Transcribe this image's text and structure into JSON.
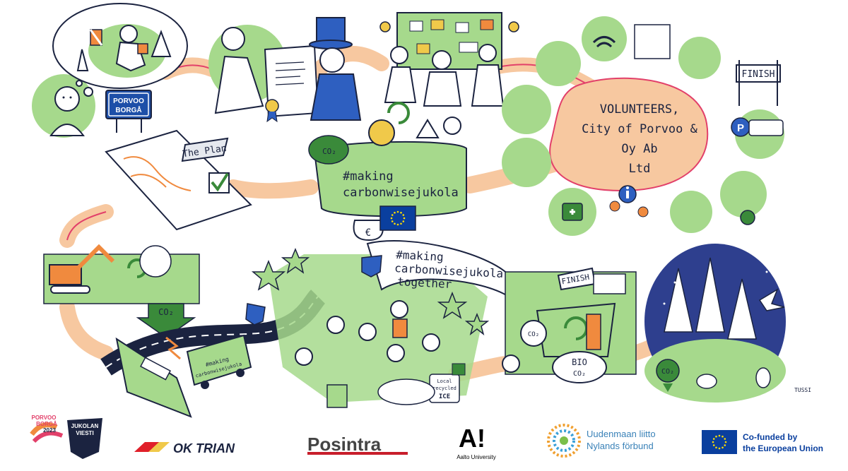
{
  "signs": {
    "porvoo_line1": "PORVOO",
    "porvoo_line2": "BORGÅ",
    "the_plan": "The Plan",
    "finish": "FINISH",
    "finish_truck": "FINISH",
    "co2_cloud": "CO₂",
    "co2_arrow": "CO₂",
    "co2_forest": "CO₂",
    "co2_magnifier": "CO₂",
    "bio_line1": "BIO",
    "bio_line2": "CO₂",
    "local_ice_line1": "Local",
    "local_ice_line2": "recycled",
    "local_ice_line3": "ICE",
    "bus_line1": "#making",
    "bus_line2": "carbonwisejukola",
    "parking": "P",
    "euro": "€"
  },
  "banners": {
    "hashtag_1_line1": "#making",
    "hashtag_1_line2": "carbonwisejukola",
    "hashtag_2_line1": "#making",
    "hashtag_2_line2": "carbonwisejukola",
    "hashtag_2_line3": "together"
  },
  "volunteers": {
    "line1": "VOLUNTEERS,",
    "line2": "City of Porvoo &",
    "line3": "Oy Ab",
    "line4": "Ltd"
  },
  "signature": "TUSSI",
  "logos": {
    "jukola_line1": "PORVOO",
    "jukola_line2": "BORGÅ",
    "jukola_line3": "2023",
    "jukola_line4": "JUKOLAN",
    "jukola_line5": "VIESTI",
    "oktrian": "OK TRIAN",
    "posintra": "Posintra",
    "aalto_mark": "A!",
    "aalto_name": "Aalto University",
    "uusimaa_line1": "Uudenmaan liitto",
    "uusimaa_line2": "Nylands förbund",
    "eu_line1": "Co-funded by",
    "eu_line2": "the European Union"
  },
  "colors": {
    "green": "#a6d98c",
    "dark_green": "#3a8a3a",
    "peach": "#f7c8a0",
    "red_arrow": "#e2406a",
    "ink": "#1b2340",
    "eu_blue": "#0a3f9e",
    "eu_yellow": "#ffdd00",
    "posintra_red": "#c81e2b",
    "oktrian_red": "#e0202a",
    "night_blue": "#2e3f8e"
  }
}
